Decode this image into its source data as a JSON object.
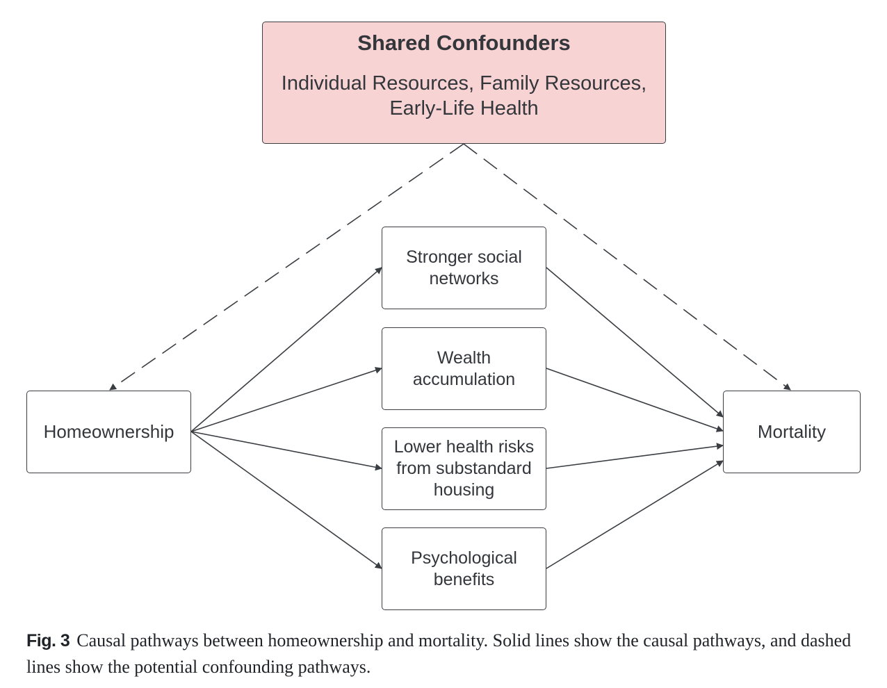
{
  "diagram": {
    "confounder": {
      "title": "Shared Confounders",
      "body_line1": "Individual Resources, Family Resources,",
      "body_line2": "Early-Life Health"
    },
    "exposure": {
      "label": "Homeownership"
    },
    "outcome": {
      "label": "Mortality"
    },
    "mediators": [
      {
        "line1": "Stronger social",
        "line2": "networks"
      },
      {
        "line1": "Wealth",
        "line2": "accumulation"
      },
      {
        "line1": "Lower health risks",
        "line2": "from substandard",
        "line3": "housing"
      },
      {
        "line1": "Psychological",
        "line2": "benefits"
      }
    ],
    "colors": {
      "confounder_fill": "#f8d3d3",
      "line": "#3a3d42"
    }
  },
  "caption": {
    "label": "Fig. 3",
    "text": "Causal pathways between homeownership and mortality. Solid lines show the causal pathways, and dashed lines show the potential confounding pathways."
  }
}
